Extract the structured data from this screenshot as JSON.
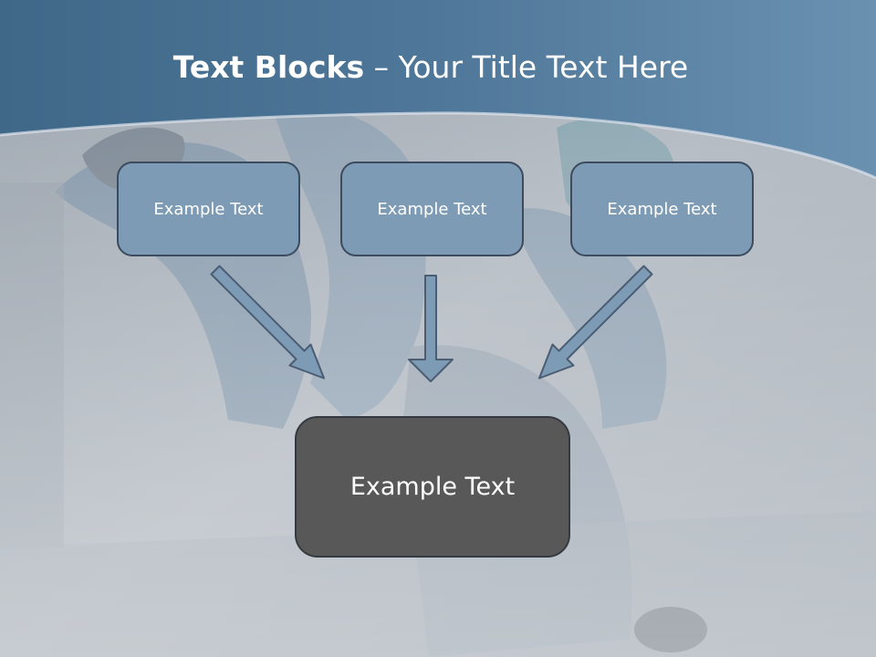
{
  "slide": {
    "title_bold": "Text Blocks",
    "title_separator": " – ",
    "title_rest": "Your Title Text Here"
  },
  "diagram": {
    "top_boxes": [
      {
        "label": "Example Text"
      },
      {
        "label": "Example Text"
      },
      {
        "label": "Example Text"
      }
    ],
    "bottom_box": {
      "label": "Example Text"
    }
  },
  "colors": {
    "header_band": "#4a7396",
    "box_fill": "#7d9bb5",
    "box_border": "#3c4b5e",
    "bottom_box_fill": "#585858",
    "arrow_fill": "#7d9bb5",
    "arrow_stroke": "#4a5d73"
  }
}
